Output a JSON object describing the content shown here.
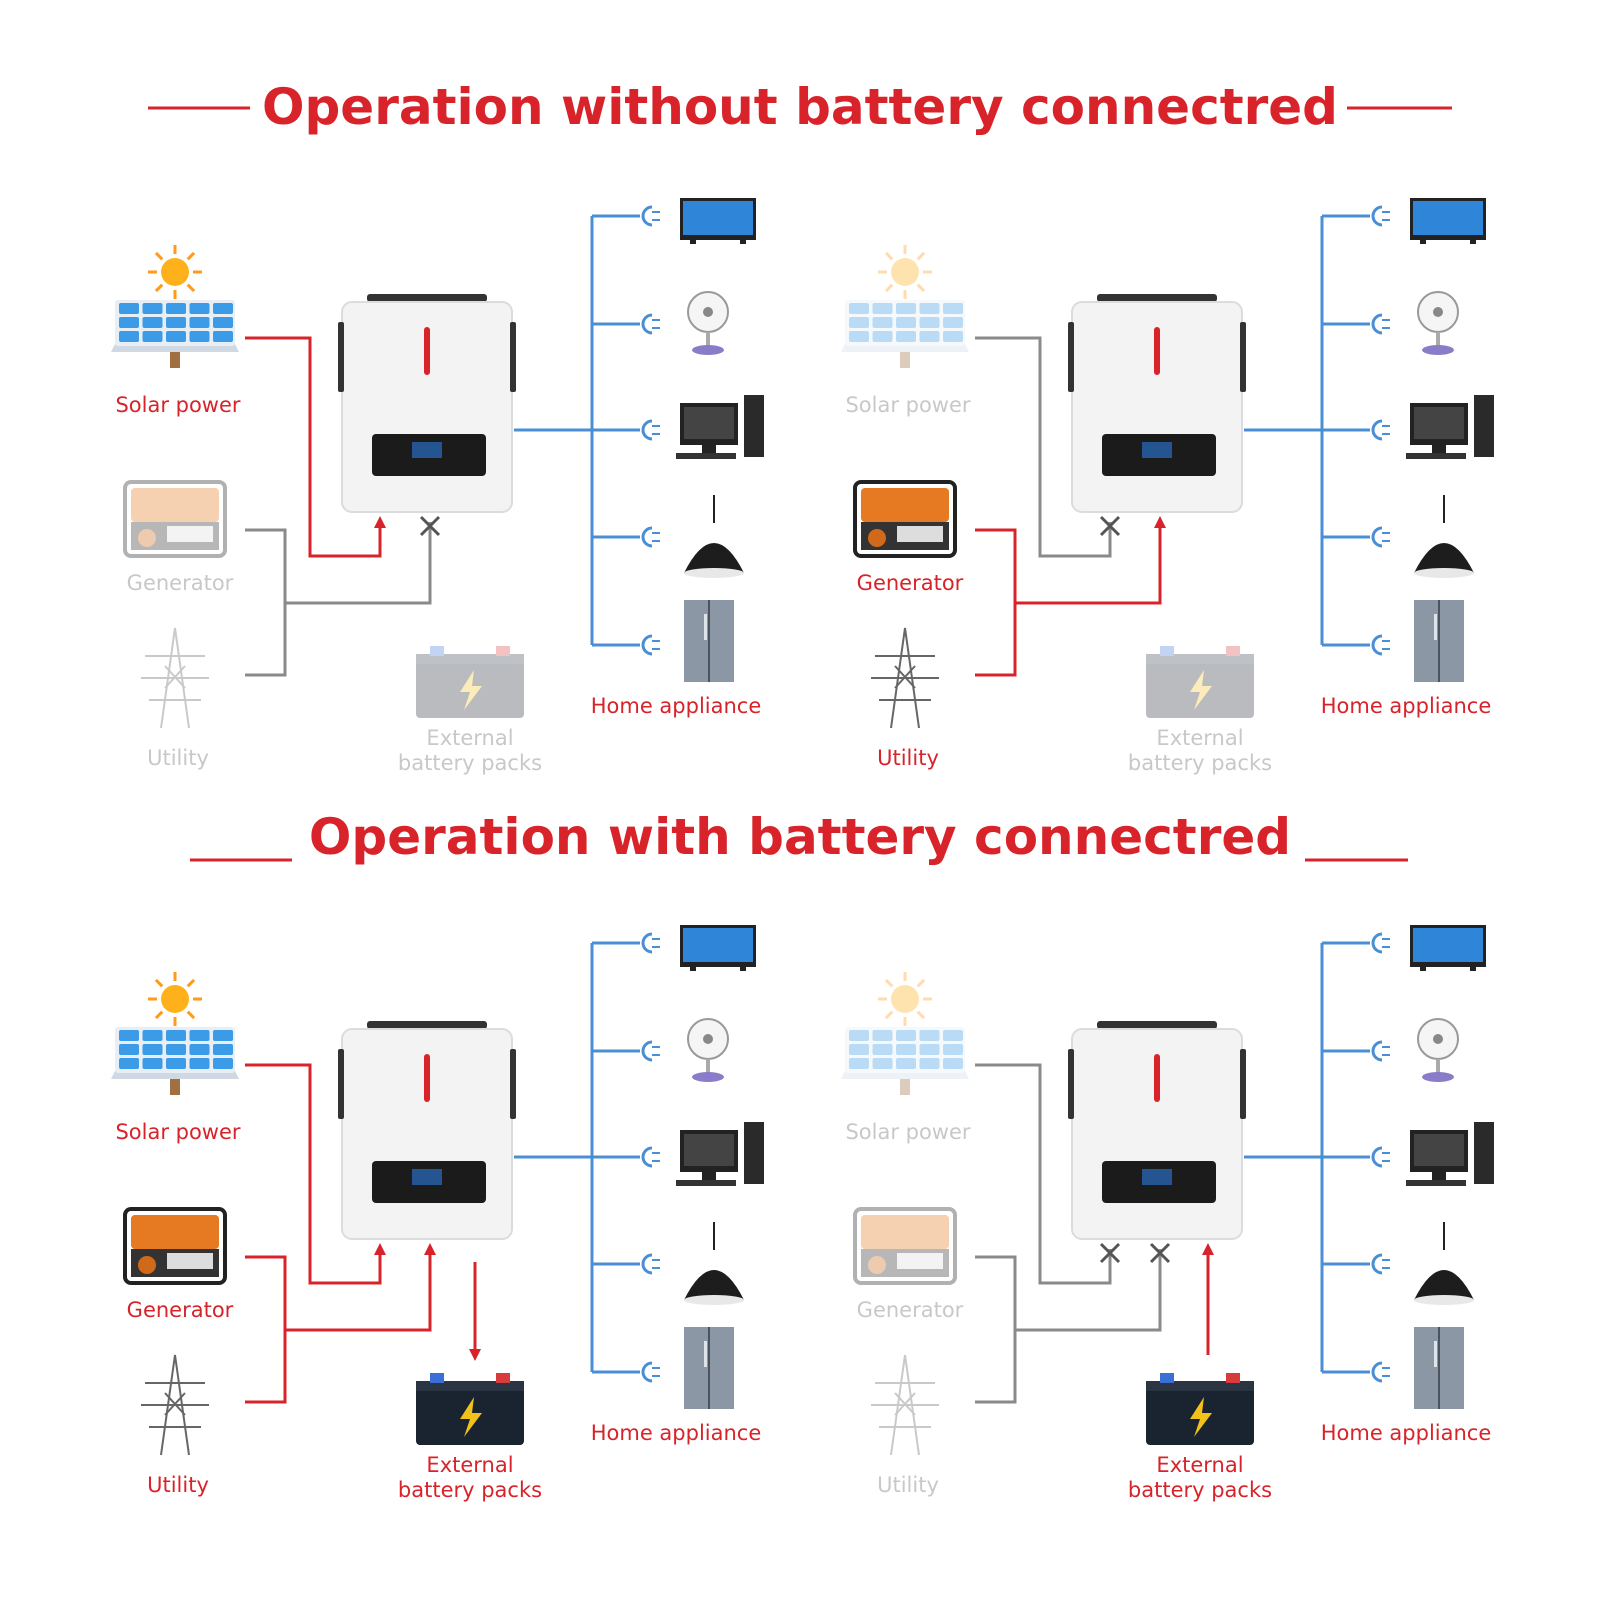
{
  "sections": [
    {
      "title": "Operation without battery connectred"
    },
    {
      "title": "Operation with battery connectred"
    }
  ],
  "labels": {
    "solar": "Solar power",
    "generator": "Generator",
    "utility": "Utility",
    "battery_line1": "External",
    "battery_line2": "battery packs",
    "home": "Home appliance"
  },
  "appliances": [
    "tv-icon",
    "fan-icon",
    "computer-icon",
    "lamp-icon",
    "fridge-icon"
  ],
  "colors": {
    "accent_red": "#d8232a",
    "inactive_gray": "#8a8a8a",
    "faded_gray": "#c8c8c8",
    "output_blue": "#4a8fd6"
  },
  "panels": [
    {
      "id": "no-battery-solar",
      "solar": "active",
      "generator": "inactive",
      "utility": "inactive",
      "battery": "inactive"
    },
    {
      "id": "no-battery-grid",
      "solar": "inactive",
      "generator": "active",
      "utility": "active",
      "battery": "inactive"
    },
    {
      "id": "battery-all",
      "solar": "active",
      "generator": "active",
      "utility": "active",
      "battery": "charging"
    },
    {
      "id": "battery-only",
      "solar": "inactive",
      "generator": "inactive",
      "utility": "inactive",
      "battery": "discharging"
    }
  ]
}
